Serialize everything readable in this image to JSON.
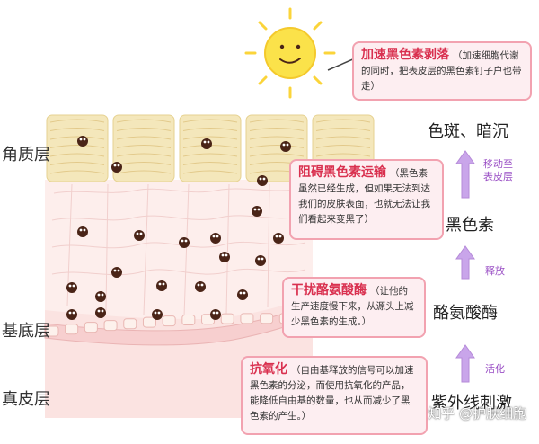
{
  "layers": {
    "stratum_corneum": "角质层",
    "basal_layer": "基底层",
    "dermis": "真皮层"
  },
  "callouts": {
    "accelerate": {
      "title": "加速黑色素剥落",
      "text": "（加速细胞代谢的同时，把表皮层的黑色素钉子户也带走）"
    },
    "block": {
      "title": "阻碍黑色素运输",
      "text": "（黑色素虽然已经生成，但如果无法到达我们的皮肤表面，也就无法让我们看起来变黑了）"
    },
    "inhibit": {
      "title": "干扰酪氨酸酶",
      "text": "（让他的生产速度慢下来，从源头上减少黑色素的生成。）"
    },
    "antioxidant": {
      "title": "抗氧化",
      "text": "（自由基释放的信号可以加速黑色素的分泌，而使用抗氧化的产品，能降低自由基的数量，也从而减少了黑色素的产生。）"
    }
  },
  "pathway": {
    "stages": [
      "色斑、暗沉",
      "黑色素",
      "酪氨酸酶",
      "紫外线刺激"
    ],
    "arrows": [
      "移动至\n表皮层",
      "释放",
      "活化"
    ]
  },
  "watermark": "知乎 @护肤细胞",
  "colors": {
    "skin_base": "#fbe3e1",
    "corneum": "#f4e7bb",
    "callout_border": "#f2a2b0",
    "callout_bg": "#fdeef1",
    "highlight": "#d9304f",
    "arrow": "#b58ad8",
    "melanin": "#4a2417",
    "sun": "#fbe24a"
  }
}
